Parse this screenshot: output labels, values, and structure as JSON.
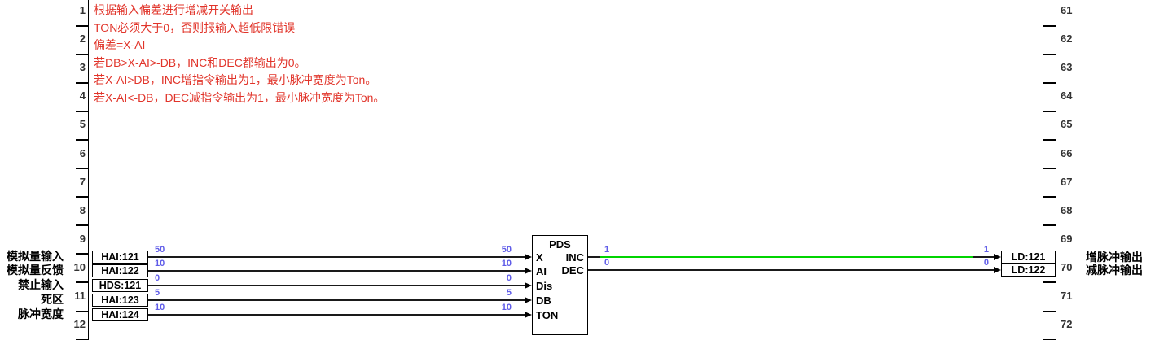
{
  "colors": {
    "comment": "#e1342a",
    "value": "#5f5ce8",
    "wire_active": "#00d400",
    "wire": "#1a1a1a",
    "row_number": "#333333"
  },
  "rails": {
    "left_rows": [
      "1",
      "2",
      "3",
      "4",
      "5",
      "6",
      "7",
      "8",
      "9",
      "10",
      "11",
      "12"
    ],
    "right_rows": [
      "61",
      "62",
      "63",
      "64",
      "65",
      "66",
      "67",
      "68",
      "69",
      "70",
      "71",
      "72"
    ]
  },
  "comments": {
    "lines": [
      "根据输入偏差进行增减开关输出",
      "TON必须大于0，否则报输入超低限错误",
      "偏差=X-AI",
      "若DB>X-AI>-DB，INC和DEC都输出为0。",
      "若X-AI>DB，INC增指令输出为1，最小脉冲宽度为Ton。",
      "若X-AI<-DB，DEC减指令输出为1，最小脉冲宽度为Ton。"
    ]
  },
  "function_block": {
    "title": "PDS"
  },
  "inputs": [
    {
      "label": "模拟量输入",
      "block": "HAI:121",
      "pin": "X",
      "value": "50"
    },
    {
      "label": "模拟量反馈",
      "block": "HAI:122",
      "pin": "AI",
      "value": "10"
    },
    {
      "label": "禁止输入",
      "block": "HDS:121",
      "pin": "Dis",
      "value": "0"
    },
    {
      "label": "死区",
      "block": "HAI:123",
      "pin": "DB",
      "value": "5"
    },
    {
      "label": "脉冲宽度",
      "block": "HAI:124",
      "pin": "TON",
      "value": "10"
    }
  ],
  "outputs": [
    {
      "label": "增脉冲输出",
      "block": "LD:121",
      "pin": "INC",
      "value": "1",
      "active": true
    },
    {
      "label": "减脉冲输出",
      "block": "LD:122",
      "pin": "DEC",
      "value": "0",
      "active": false
    }
  ]
}
